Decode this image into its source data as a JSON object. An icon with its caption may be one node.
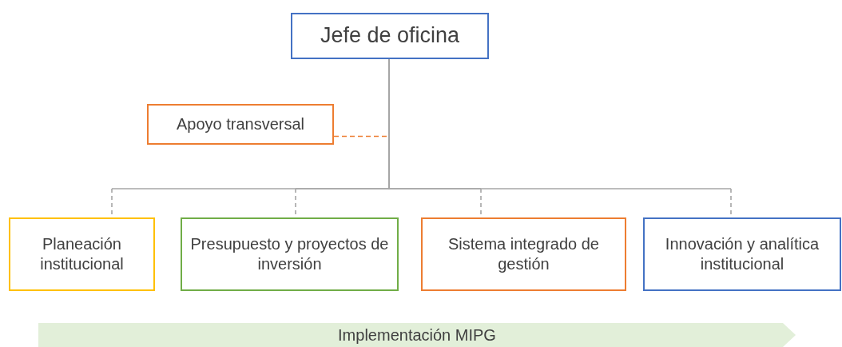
{
  "diagram": {
    "nodes": [
      {
        "text": [
          "Jefe de oficina"
        ]
      },
      {
        "text": [
          "Apoyo transversal"
        ]
      },
      {
        "text": [
          "Planeación institucional"
        ]
      },
      {
        "text": [
          "Presupuesto y proyectos de inversión"
        ]
      },
      {
        "text": [
          "Sistema integrado de gestión"
        ]
      },
      {
        "text": [
          "Innovación y analítica institucional"
        ]
      },
      {
        "text": [
          "Implementación MIPG"
        ]
      }
    ],
    "edges": [
      {
        "from": 1,
        "to": null,
        "arrow": "none",
        "style": "dashed",
        "color": "#ed7d31"
      },
      {
        "from": 0,
        "to": 2,
        "arrow": "none",
        "style": "dashed"
      },
      {
        "from": 0,
        "to": 3,
        "arrow": "none",
        "style": "dashed"
      },
      {
        "from": 0,
        "to": 4,
        "arrow": "none",
        "style": "dashed"
      },
      {
        "from": 0,
        "to": 5,
        "arrow": "none",
        "style": "dashed"
      }
    ]
  }
}
